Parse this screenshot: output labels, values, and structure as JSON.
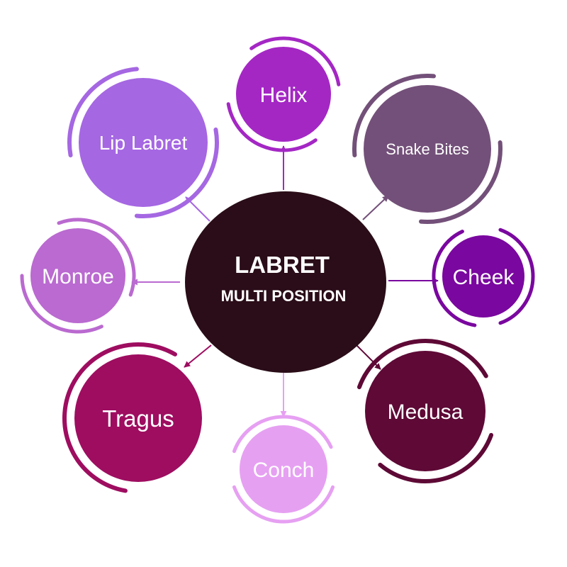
{
  "center": {
    "title": "LABRET",
    "subtitle": "MULTI POSITION",
    "color": "#2a0d18"
  },
  "nodes": [
    {
      "id": "helix",
      "label": "Helix",
      "color": "#a427c4"
    },
    {
      "id": "snake-bites",
      "label": "Snake Bites",
      "color": "#735079"
    },
    {
      "id": "cheek",
      "label": "Cheek",
      "color": "#7a079f"
    },
    {
      "id": "medusa",
      "label": "Medusa",
      "color": "#5e0936"
    },
    {
      "id": "conch",
      "label": "Conch",
      "color": "#e6a0f2"
    },
    {
      "id": "tragus",
      "label": "Tragus",
      "color": "#9e0d60"
    },
    {
      "id": "monroe",
      "label": "Monroe",
      "color": "#ba6ad0"
    },
    {
      "id": "lip-labret",
      "label": "Lip Labret",
      "color": "#a567e2"
    }
  ]
}
